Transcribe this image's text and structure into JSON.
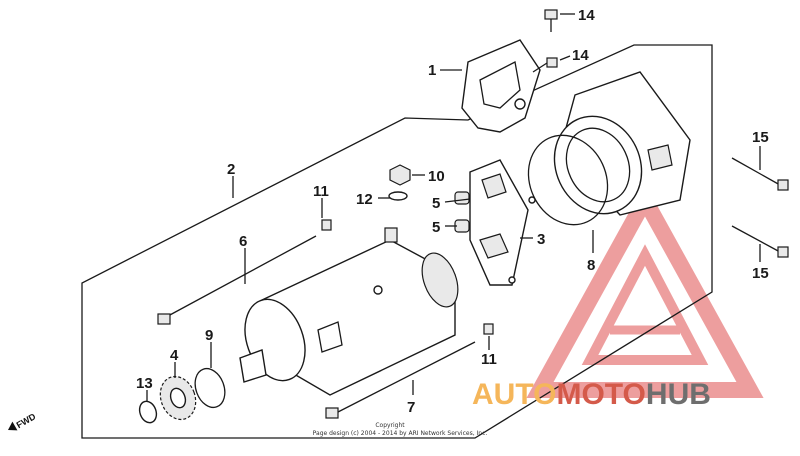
{
  "callouts": {
    "c1": "1",
    "c2": "2",
    "c3": "3",
    "c4": "4",
    "c5a": "5",
    "c5b": "5",
    "c6": "6",
    "c7": "7",
    "c8": "8",
    "c9": "9",
    "c10": "10",
    "c11a": "11",
    "c11b": "11",
    "c12": "12",
    "c13": "13",
    "c14a": "14",
    "c14b": "14",
    "c15a": "15",
    "c15b": "15"
  },
  "direction_label": "FWD",
  "copyright": {
    "line1": "Copyright",
    "line2": "Page design (c) 2004 - 2014 by ARI Network Services, Inc."
  },
  "watermark": {
    "part1": "AUTO",
    "part2": "MOTO",
    "part3": "HUB",
    "colors": {
      "auto": "#f5b65a",
      "moto": "#d45a4a",
      "hub": "#6e6e6e",
      "triangle": "#e05050"
    }
  }
}
